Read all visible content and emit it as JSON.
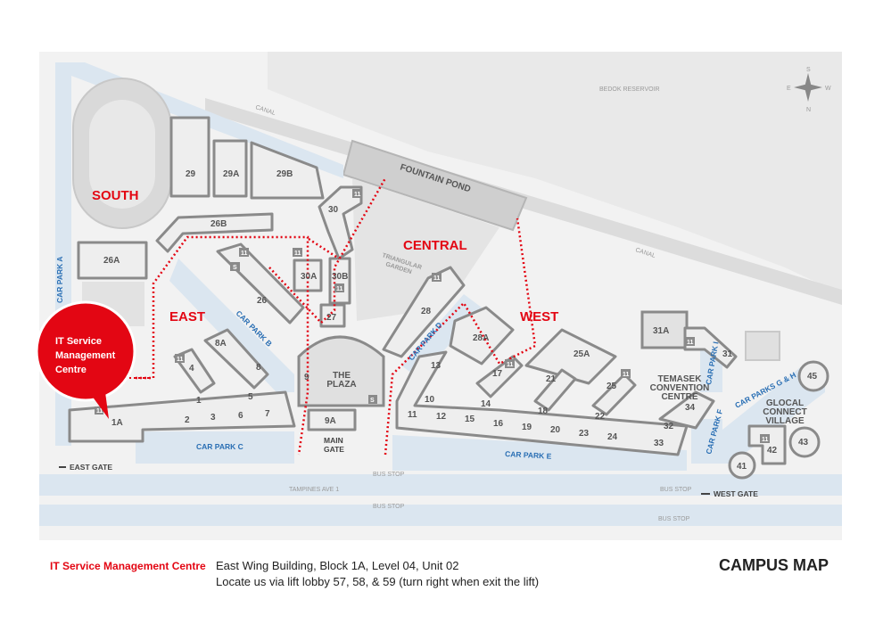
{
  "map": {
    "title": "CAMPUS MAP",
    "zones": {
      "south": "SOUTH",
      "east": "EAST",
      "central": "CENTRAL",
      "west": "WEST"
    },
    "water": {
      "reservoir": "BEDOK RESERVOIR",
      "fountain": "FOUNTAIN POND",
      "canal": "CANAL"
    },
    "roads": {
      "tampines": "TAMPINES AVE 1",
      "bus_stop": "BUS STOP"
    },
    "gates": {
      "east": "EAST GATE",
      "main_line1": "MAIN",
      "main_line2": "GATE",
      "west": "WEST GATE"
    },
    "car_parks": {
      "a": "CAR PARK A",
      "b": "CAR PARK B",
      "c": "CAR PARK C",
      "d": "CAR PARK D",
      "e": "CAR PARK E",
      "f": "CAR PARK F",
      "gh": "CAR PARKS G & H",
      "i": "CAR PARK I"
    },
    "compass": {
      "n": "N",
      "s": "S",
      "e": "E",
      "w": "W"
    },
    "buildings": {
      "b29": "29",
      "b29a": "29A",
      "b29b": "29B",
      "b30": "30",
      "b26b": "26B",
      "b26a": "26A",
      "b26": "26",
      "b30a": "30A",
      "b30b": "30B",
      "b27": "27",
      "b28": "28",
      "b28a": "28A",
      "b8a": "8A",
      "b4": "4",
      "b8": "8",
      "b1": "1",
      "b5": "5",
      "b2": "2",
      "b3": "3",
      "b6": "6",
      "b7": "7",
      "b1a": "1A",
      "b9": "9",
      "b9a": "9A",
      "b13": "13",
      "b10": "10",
      "b11": "11",
      "b12": "12",
      "b15": "15",
      "b14": "14",
      "b16": "16",
      "b17": "17",
      "b19": "19",
      "b18": "18",
      "b20": "20",
      "b21": "21",
      "b23": "23",
      "b22": "22",
      "b24": "24",
      "b25": "25",
      "b25a": "25A",
      "b33": "33",
      "b32": "32",
      "b34": "34",
      "b31a": "31A",
      "b31": "31",
      "b45": "45",
      "b43": "43",
      "b42": "42",
      "b41": "41"
    },
    "plaza_line1": "THE",
    "plaza_line2": "PLAZA",
    "garden_line1": "TRIANGULAR",
    "garden_line2": "GARDEN",
    "temasek": [
      "TEMASEK",
      "CONVENTION",
      "CENTRE"
    ],
    "glocal": [
      "GLOCAL",
      "CONNECT",
      "VILLAGE"
    ],
    "lift_symbol": "11",
    "toilet_symbol": "S",
    "callout_lines": [
      "IT Service",
      "Management",
      "Centre"
    ],
    "colors": {
      "accent": "#e30613",
      "carpark": "#2a6fb4",
      "ground": "#f2f2f2",
      "water": "#e6e6e6"
    }
  },
  "legend": {
    "title": "IT Service Management Centre",
    "line1": "East Wing Building, Block 1A, Level 04, Unit 02",
    "line2": "Locate us via lift lobby 57, 58, & 59 (turn right when exit the lift)"
  }
}
